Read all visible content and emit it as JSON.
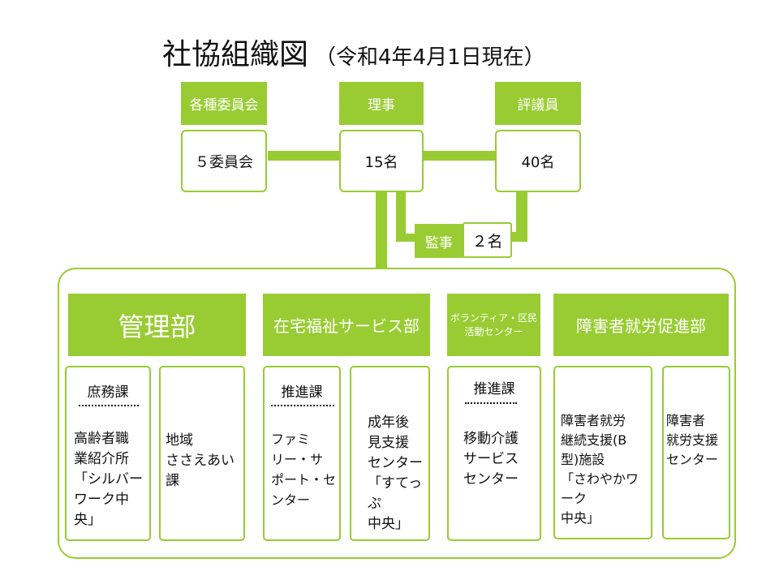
{
  "title": {
    "main": "社協組織図",
    "sub": "（令和4年4月1日現在）"
  },
  "top": {
    "committees": {
      "header": "各種委員会",
      "value": "５委員会"
    },
    "directors": {
      "header": "理事",
      "value": "15名"
    },
    "councilors": {
      "header": "評議員",
      "value": "40名"
    },
    "auditors": {
      "label": "監事",
      "value": "２名"
    }
  },
  "departments": [
    {
      "name": "管理部",
      "units": [
        {
          "section": "庶務課",
          "text": "高齢者職\n業紹介所\n「シルバー\nワーク中央」"
        },
        {
          "text": "地域\nささえあい課"
        }
      ]
    },
    {
      "name": "在宅福祉サービス部",
      "units": [
        {
          "section": "推進課",
          "text": "ファミ\nリー・サ\nポート・セ\nンター"
        },
        {
          "text": "成年後\n見支援\nセンター\n「すてっぷ\n中央」"
        }
      ]
    },
    {
      "name": "ボランティア・区民活動センター",
      "name_line1": "ボランティア・区民",
      "name_line2": "活動センター",
      "units": [
        {
          "section": "推進課",
          "text": "移動介護\nサービス\nセンター"
        }
      ]
    },
    {
      "name": "障害者就労促進部",
      "units": [
        {
          "text": "障害者就労\n継続支援(B\n型)施設\n「さわやかワーク\n中央」"
        },
        {
          "text": "障害者\n就労支援\nセンター"
        }
      ]
    }
  ],
  "colors": {
    "accent": "#99cc33",
    "text": "#111111",
    "background": "#ffffff"
  }
}
